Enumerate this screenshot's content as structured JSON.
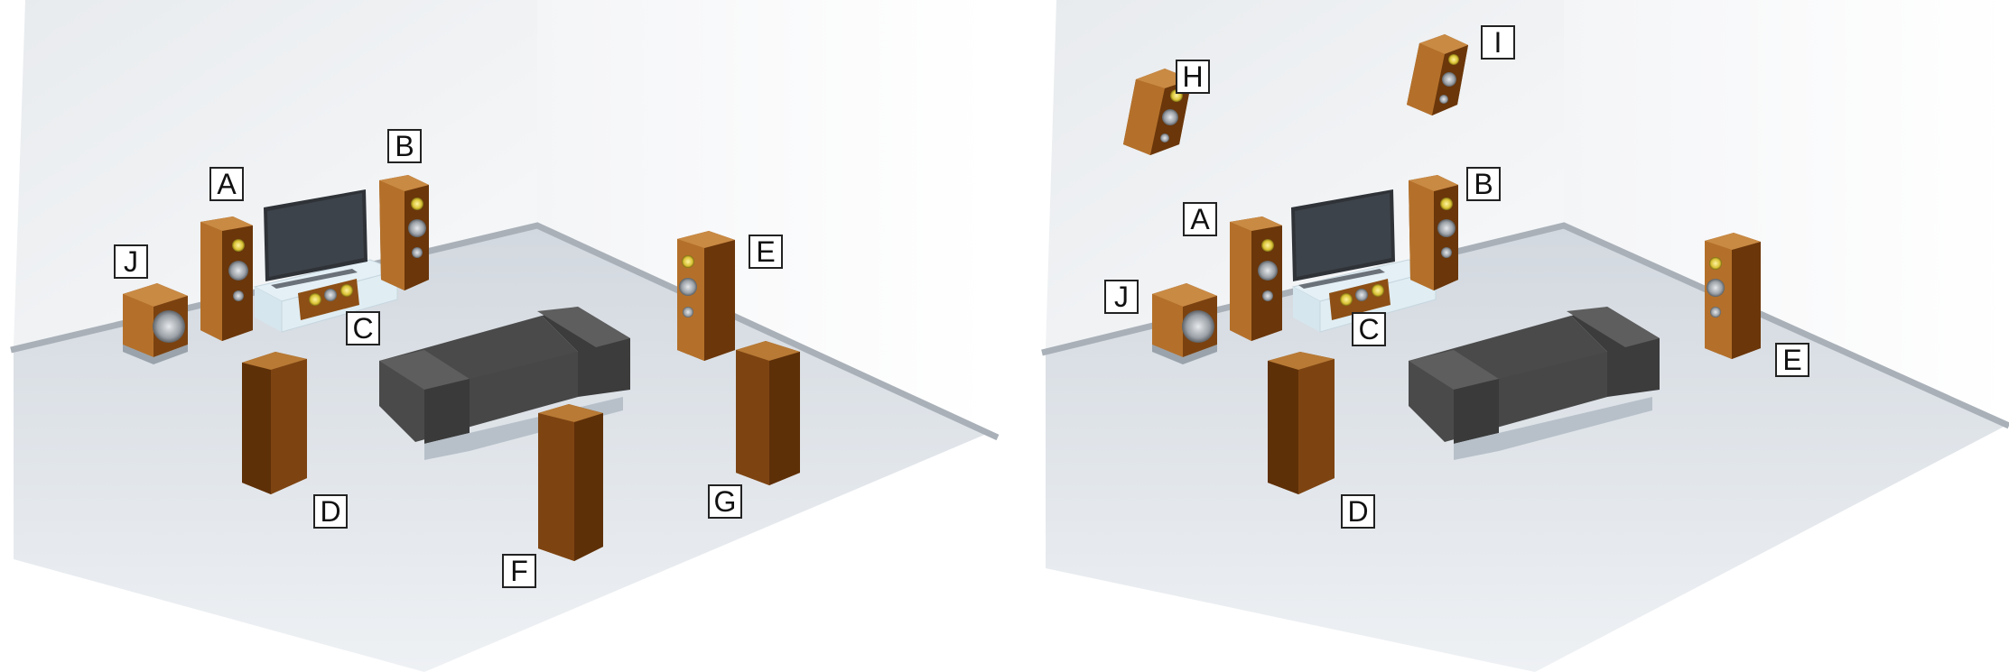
{
  "colors": {
    "wall": "#f1f3f5",
    "floor": "#d9dee4",
    "baseboard": "#a9b0b8",
    "wood_light": "#b4702a",
    "wood_mid": "#8d4f15",
    "wood_dark": "#5e3008",
    "sofa_top": "#5e5e5e",
    "sofa_front": "#3f3f3f",
    "tv_screen": "#3b4047",
    "driver_gold": "#d8c234",
    "driver_grey": "#9aa0a6"
  },
  "diagrams": [
    {
      "name": "layout-left",
      "labels": {
        "A": "A",
        "B": "B",
        "C": "C",
        "D": "D",
        "E": "E",
        "F": "F",
        "G": "G",
        "J": "J"
      }
    },
    {
      "name": "layout-right",
      "labels": {
        "A": "A",
        "B": "B",
        "C": "C",
        "D": "D",
        "E": "E",
        "H": "H",
        "I": "I",
        "J": "J"
      }
    }
  ]
}
